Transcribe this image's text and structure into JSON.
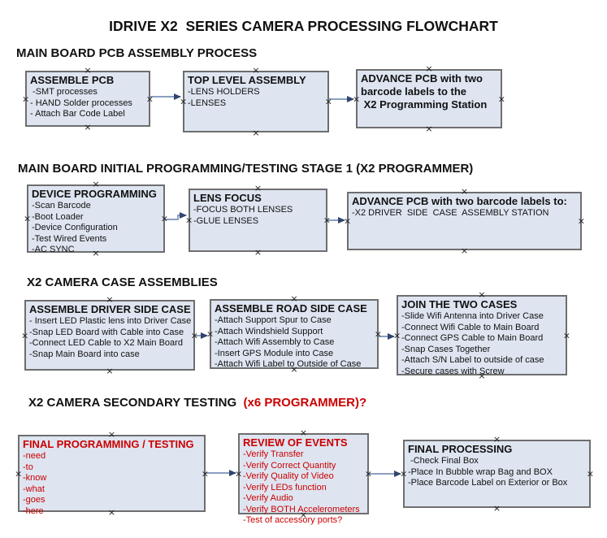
{
  "title": "IDRIVE X2  SERIES CAMERA PROCESSING FLOWCHART",
  "colors": {
    "box_fill": "#dee5f1",
    "box_border": "#6e6e6e",
    "arrow_line": "#8ba0c0",
    "arrow_head": "#31456e",
    "red_text": "#cc0000",
    "black_text": "#111111"
  },
  "sections": [
    {
      "heading": "MAIN BOARD PCB ASSEMBLY PROCESS",
      "boxes": [
        {
          "title": "ASSEMBLE PCB",
          "lines": [
            " -SMT processes",
            "- HAND Solder processes",
            "- Attach Bar Code Label"
          ]
        },
        {
          "title": "TOP LEVEL ASSEMBLY",
          "lines": [
            "-LENS HOLDERS",
            "-LENSES"
          ]
        },
        {
          "title": "ADVANCE PCB with two",
          "lines": [
            "barcode labels to the",
            " X2 Programming Station"
          ]
        }
      ]
    },
    {
      "heading": "MAIN BOARD INITIAL PROGRAMMING/TESTING STAGE 1 (X2 PROGRAMMER)",
      "boxes": [
        {
          "title": "DEVICE PROGRAMMING",
          "lines": [
            "-Scan Barcode",
            "-Boot Loader",
            "-Device Configuration",
            "-Test Wired Events",
            "-AC SYNC"
          ]
        },
        {
          "title": "LENS FOCUS",
          "lines": [
            "-FOCUS BOTH LENSES",
            "-GLUE LENSES"
          ]
        },
        {
          "title": "ADVANCE PCB with two barcode labels to:",
          "lines": [
            "-X2 DRIVER  SIDE  CASE  ASSEMBLY STATION"
          ]
        }
      ]
    },
    {
      "heading": "X2 CAMERA CASE ASSEMBLIES",
      "boxes": [
        {
          "title": "ASSEMBLE DRIVER SIDE CASE",
          "lines": [
            "- Insert LED Plastic lens into Driver Case",
            "-Snap LED Board with Cable into Case",
            "-Connect LED Cable to X2 Main Board",
            "-Snap Main Board into case"
          ]
        },
        {
          "title": "ASSEMBLE ROAD SIDE CASE",
          "lines": [
            "-Attach Support Spur to Case",
            "-Attach Windshield Support",
            "-Attach Wifi Assembly to Case",
            "-Insert GPS Module into Case",
            "-Attach Wifi Label to Outside of Case"
          ]
        },
        {
          "title": "JOIN THE TWO CASES",
          "lines": [
            "-Slide Wifi Antenna into Driver Case",
            "-Connect Wifi Cable to Main Board",
            "-Connect GPS Cable to Main Board",
            "-Snap Cases Together",
            "-Attach S/N Label to outside of case",
            "-Secure cases with Screw"
          ]
        }
      ]
    },
    {
      "heading": "X2 CAMERA SECONDARY TESTING  ",
      "heading_red": "(x6 PROGRAMMER)?",
      "boxes": [
        {
          "title": "FINAL PROGRAMMING / TESTING",
          "lines": [
            "-need",
            "-to",
            "-know",
            "-what",
            "-goes",
            "-here"
          ]
        },
        {
          "title": "REVIEW OF EVENTS",
          "lines": [
            "-Verify Transfer",
            "-Verify Correct Quantity",
            "-Verify Quality of Video",
            "-Verify LEDs function",
            "-Verify Audio",
            "-Verify BOTH Accelerometers",
            "-Test of accessory ports?"
          ]
        },
        {
          "title": "FINAL PROCESSING",
          "lines": [
            " -Check Final Box",
            "-Place In Bubble wrap Bag and BOX",
            "-Place Barcode Label on Exterior or Box"
          ]
        }
      ]
    }
  ],
  "anchor_icon": "×"
}
